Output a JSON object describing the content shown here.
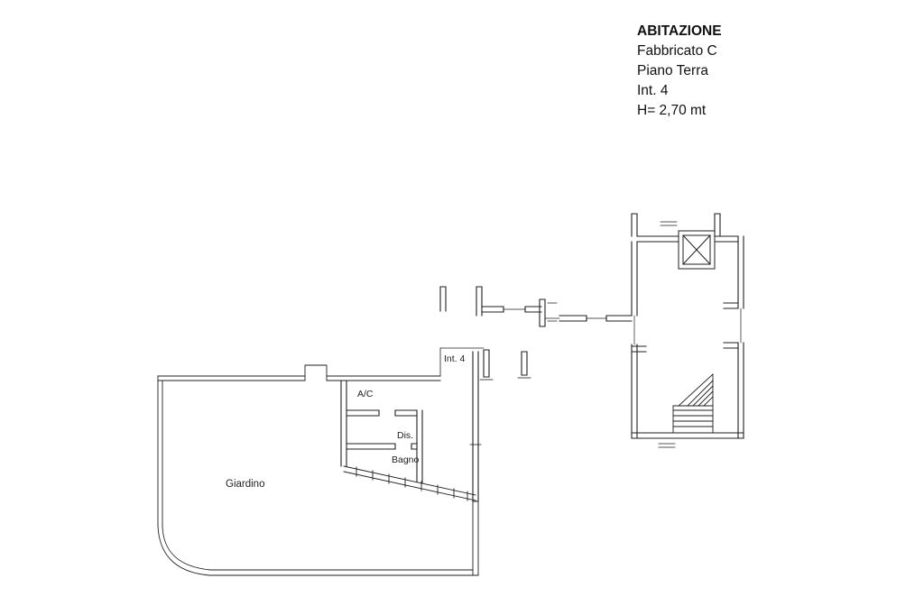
{
  "title_block": {
    "building_use": "ABITAZIONE",
    "building": "Fabbricato C",
    "floor": "Piano Terra",
    "unit": "Int. 4",
    "height": "H= 2,70 mt"
  },
  "plan_labels": {
    "unit": "Int. 4",
    "air_conditioning": "A/C",
    "hallway": "Dis.",
    "bathroom": "Bagno",
    "garden": "Giardino"
  },
  "colors": {
    "line": "#1f1f1f",
    "background": "#ffffff"
  }
}
